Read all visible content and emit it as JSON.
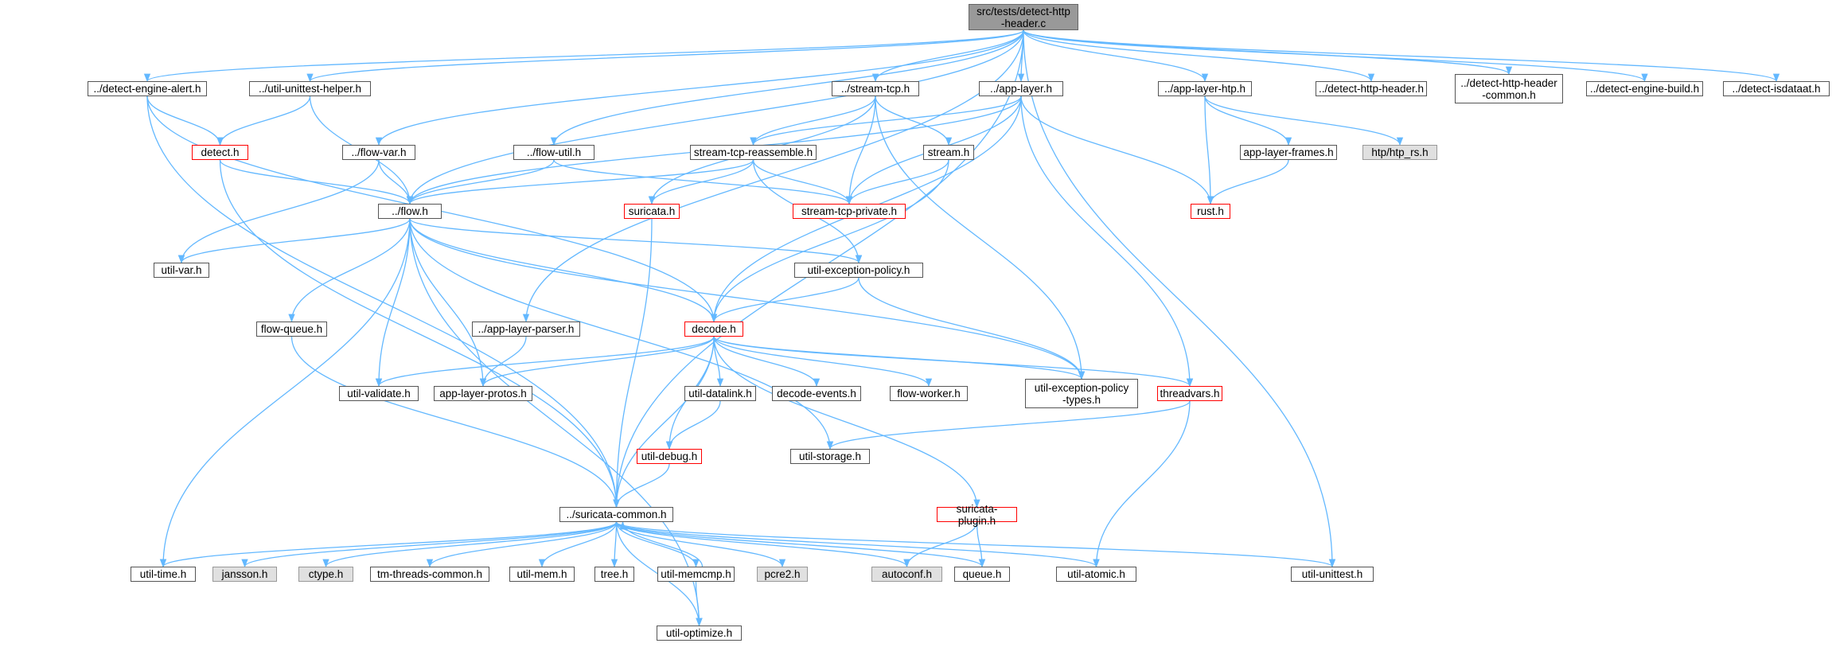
{
  "graph": {
    "edge_color": "#63b8ff",
    "root": "detect_http_header_c",
    "nodes": [
      {
        "id": "detect_http_header_c",
        "label": "src/tests/detect-http\n-header.c",
        "style": "root"
      },
      {
        "id": "detect_engine_alert",
        "label": "../detect-engine-alert.h",
        "style": "normal"
      },
      {
        "id": "util_unittest_helper",
        "label": "../util-unittest-helper.h",
        "style": "normal"
      },
      {
        "id": "stream_tcp",
        "label": "../stream-tcp.h",
        "style": "normal"
      },
      {
        "id": "app_layer",
        "label": "../app-layer.h",
        "style": "normal"
      },
      {
        "id": "app_layer_htp",
        "label": "../app-layer-htp.h",
        "style": "normal"
      },
      {
        "id": "detect_http_header_h",
        "label": "../detect-http-header.h",
        "style": "normal"
      },
      {
        "id": "detect_http_header_common",
        "label": "../detect-http-header\n-common.h",
        "style": "normal"
      },
      {
        "id": "detect_engine_build",
        "label": "../detect-engine-build.h",
        "style": "normal"
      },
      {
        "id": "detect_isdataat",
        "label": "../detect-isdataat.h",
        "style": "normal"
      },
      {
        "id": "detect_h",
        "label": "detect.h",
        "style": "red"
      },
      {
        "id": "flow_var",
        "label": "../flow-var.h",
        "style": "normal"
      },
      {
        "id": "flow_util",
        "label": "../flow-util.h",
        "style": "normal"
      },
      {
        "id": "stream_tcp_reassemble",
        "label": "stream-tcp-reassemble.h",
        "style": "normal"
      },
      {
        "id": "stream_h",
        "label": "stream.h",
        "style": "normal"
      },
      {
        "id": "app_layer_frames",
        "label": "app-layer-frames.h",
        "style": "normal"
      },
      {
        "id": "htp_rs",
        "label": "htp/htp_rs.h",
        "style": "grey"
      },
      {
        "id": "flow_h",
        "label": "../flow.h",
        "style": "normal"
      },
      {
        "id": "suricata_h",
        "label": "suricata.h",
        "style": "red"
      },
      {
        "id": "stream_tcp_private",
        "label": "stream-tcp-private.h",
        "style": "red"
      },
      {
        "id": "rust_h",
        "label": "rust.h",
        "style": "red"
      },
      {
        "id": "util_var",
        "label": "util-var.h",
        "style": "normal"
      },
      {
        "id": "util_exception_policy",
        "label": "util-exception-policy.h",
        "style": "normal"
      },
      {
        "id": "flow_queue",
        "label": "flow-queue.h",
        "style": "normal"
      },
      {
        "id": "app_layer_parser",
        "label": "../app-layer-parser.h",
        "style": "normal"
      },
      {
        "id": "decode_h",
        "label": "decode.h",
        "style": "red"
      },
      {
        "id": "util_validate",
        "label": "util-validate.h",
        "style": "normal"
      },
      {
        "id": "app_layer_protos",
        "label": "app-layer-protos.h",
        "style": "normal"
      },
      {
        "id": "util_datalink",
        "label": "util-datalink.h",
        "style": "normal"
      },
      {
        "id": "decode_events",
        "label": "decode-events.h",
        "style": "normal"
      },
      {
        "id": "flow_worker",
        "label": "flow-worker.h",
        "style": "normal"
      },
      {
        "id": "util_exception_policy_types",
        "label": "util-exception-policy\n-types.h",
        "style": "normal"
      },
      {
        "id": "threadvars",
        "label": "threadvars.h",
        "style": "red"
      },
      {
        "id": "util_debug",
        "label": "util-debug.h",
        "style": "red"
      },
      {
        "id": "util_storage",
        "label": "util-storage.h",
        "style": "normal"
      },
      {
        "id": "suricata_common",
        "label": "../suricata-common.h",
        "style": "normal"
      },
      {
        "id": "suricata_plugin",
        "label": "suricata-plugin.h",
        "style": "red"
      },
      {
        "id": "util_time",
        "label": "util-time.h",
        "style": "normal"
      },
      {
        "id": "jansson",
        "label": "jansson.h",
        "style": "grey"
      },
      {
        "id": "ctype",
        "label": "ctype.h",
        "style": "grey"
      },
      {
        "id": "tm_threads_common",
        "label": "tm-threads-common.h",
        "style": "normal"
      },
      {
        "id": "util_mem",
        "label": "util-mem.h",
        "style": "normal"
      },
      {
        "id": "tree_h",
        "label": "tree.h",
        "style": "normal"
      },
      {
        "id": "util_memcmp",
        "label": "util-memcmp.h",
        "style": "normal"
      },
      {
        "id": "pcre2",
        "label": "pcre2.h",
        "style": "grey"
      },
      {
        "id": "autoconf",
        "label": "autoconf.h",
        "style": "grey"
      },
      {
        "id": "queue_h",
        "label": "queue.h",
        "style": "normal"
      },
      {
        "id": "util_atomic",
        "label": "util-atomic.h",
        "style": "normal"
      },
      {
        "id": "util_unittest",
        "label": "util-unittest.h",
        "style": "normal"
      },
      {
        "id": "util_optimize",
        "label": "util-optimize.h",
        "style": "normal"
      }
    ],
    "edges": [
      [
        "detect_http_header_c",
        "detect_engine_alert"
      ],
      [
        "detect_http_header_c",
        "util_unittest_helper"
      ],
      [
        "detect_http_header_c",
        "stream_tcp"
      ],
      [
        "detect_http_header_c",
        "app_layer"
      ],
      [
        "detect_http_header_c",
        "app_layer_htp"
      ],
      [
        "detect_http_header_c",
        "detect_http_header_h"
      ],
      [
        "detect_http_header_c",
        "detect_http_header_common"
      ],
      [
        "detect_http_header_c",
        "detect_engine_build"
      ],
      [
        "detect_http_header_c",
        "detect_isdataat"
      ],
      [
        "detect_http_header_c",
        "flow_var"
      ],
      [
        "detect_http_header_c",
        "flow_util"
      ],
      [
        "detect_http_header_c",
        "flow_h"
      ],
      [
        "detect_http_header_c",
        "app_layer_parser"
      ],
      [
        "detect_http_header_c",
        "suricata_common"
      ],
      [
        "detect_http_header_c",
        "util_unittest"
      ],
      [
        "detect_engine_alert",
        "detect_h"
      ],
      [
        "detect_engine_alert",
        "decode_h"
      ],
      [
        "detect_engine_alert",
        "suricata_common"
      ],
      [
        "util_unittest_helper",
        "detect_h"
      ],
      [
        "util_unittest_helper",
        "flow_h"
      ],
      [
        "detect_h",
        "flow_h"
      ],
      [
        "detect_h",
        "suricata_common"
      ],
      [
        "flow_var",
        "flow_h"
      ],
      [
        "flow_var",
        "util_var"
      ],
      [
        "flow_util",
        "flow_h"
      ],
      [
        "flow_util",
        "stream_tcp_private"
      ],
      [
        "stream_tcp",
        "stream_tcp_reassemble"
      ],
      [
        "stream_tcp",
        "suricata_h"
      ],
      [
        "stream_tcp",
        "stream_tcp_private"
      ],
      [
        "stream_tcp",
        "stream_h"
      ],
      [
        "stream_tcp",
        "util_exception_policy_types"
      ],
      [
        "app_layer",
        "flow_h"
      ],
      [
        "app_layer",
        "stream_tcp_reassemble"
      ],
      [
        "app_layer",
        "stream_tcp_private"
      ],
      [
        "app_layer",
        "rust_h"
      ],
      [
        "app_layer",
        "decode_h"
      ],
      [
        "app_layer",
        "threadvars"
      ],
      [
        "app_layer_htp",
        "rust_h"
      ],
      [
        "app_layer_htp",
        "app_layer_frames"
      ],
      [
        "app_layer_htp",
        "htp_rs"
      ],
      [
        "app_layer_frames",
        "rust_h"
      ],
      [
        "stream_tcp_reassemble",
        "suricata_h"
      ],
      [
        "stream_tcp_reassemble",
        "stream_tcp_private"
      ],
      [
        "stream_tcp_reassemble",
        "flow_h"
      ],
      [
        "stream_tcp_reassemble",
        "util_exception_policy"
      ],
      [
        "stream_h",
        "stream_tcp_private"
      ],
      [
        "stream_h",
        "decode_h"
      ],
      [
        "suricata_h",
        "suricata_common"
      ],
      [
        "flow_h",
        "util_var"
      ],
      [
        "flow_h",
        "util_exception_policy"
      ],
      [
        "flow_h",
        "decode_h"
      ],
      [
        "flow_h",
        "flow_queue"
      ],
      [
        "flow_h",
        "util_validate"
      ],
      [
        "flow_h",
        "app_layer_protos"
      ],
      [
        "flow_h",
        "util_exception_policy_types"
      ],
      [
        "flow_h",
        "util_storage"
      ],
      [
        "flow_h",
        "util_time"
      ],
      [
        "flow_h",
        "util_optimize"
      ],
      [
        "util_exception_policy",
        "decode_h"
      ],
      [
        "util_exception_policy",
        "util_exception_policy_types"
      ],
      [
        "flow_queue",
        "suricata_common"
      ],
      [
        "app_layer_parser",
        "app_layer_protos"
      ],
      [
        "decode_h",
        "util_validate"
      ],
      [
        "decode_h",
        "app_layer_protos"
      ],
      [
        "decode_h",
        "util_datalink"
      ],
      [
        "decode_h",
        "decode_events"
      ],
      [
        "decode_h",
        "flow_worker"
      ],
      [
        "decode_h",
        "util_exception_policy_types"
      ],
      [
        "decode_h",
        "threadvars"
      ],
      [
        "decode_h",
        "util_debug"
      ],
      [
        "decode_h",
        "suricata_common"
      ],
      [
        "decode_h",
        "suricata_plugin"
      ],
      [
        "util_datalink",
        "util_debug"
      ],
      [
        "threadvars",
        "util_storage"
      ],
      [
        "threadvars",
        "util_atomic"
      ],
      [
        "util_debug",
        "suricata_common"
      ],
      [
        "suricata_plugin",
        "autoconf"
      ],
      [
        "suricata_plugin",
        "queue_h"
      ],
      [
        "suricata_common",
        "util_time"
      ],
      [
        "suricata_common",
        "jansson"
      ],
      [
        "suricata_common",
        "ctype"
      ],
      [
        "suricata_common",
        "tm_threads_common"
      ],
      [
        "suricata_common",
        "util_mem"
      ],
      [
        "suricata_common",
        "tree_h"
      ],
      [
        "suricata_common",
        "util_memcmp"
      ],
      [
        "suricata_common",
        "pcre2"
      ],
      [
        "suricata_common",
        "autoconf"
      ],
      [
        "suricata_common",
        "queue_h"
      ],
      [
        "suricata_common",
        "util_atomic"
      ],
      [
        "suricata_common",
        "util_unittest"
      ],
      [
        "suricata_common",
        "util_optimize"
      ],
      [
        "util_memcmp",
        "suricata_common"
      ],
      [
        "util_memcmp",
        "util_optimize"
      ]
    ]
  }
}
